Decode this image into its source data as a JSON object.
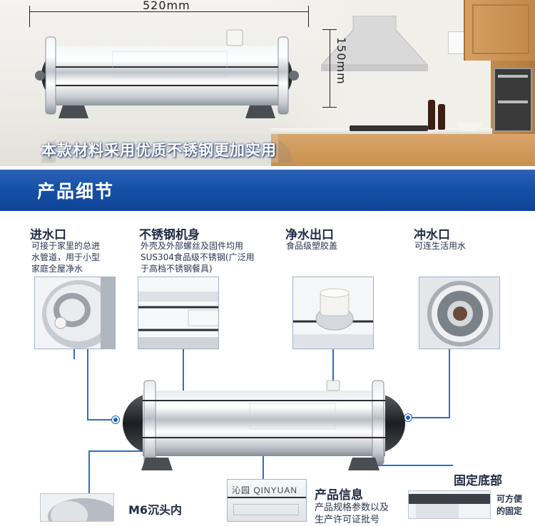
{
  "hero": {
    "dimension_length": "520mm",
    "dimension_height": "150mm",
    "slogan": "本款材料采用优质不锈钢更加实用"
  },
  "section": {
    "title": "产品细节"
  },
  "features": {
    "inlet": {
      "title": "进水口",
      "desc": [
        "可接于家里的总进",
        "水管道，用于小型",
        "家庭全屋净水"
      ]
    },
    "body": {
      "title": "不锈钢机身",
      "desc": [
        "外壳及外部螺丝及固件均用",
        "SUS304食品级不锈钢(广泛用",
        "于高档不锈钢餐具)"
      ]
    },
    "outlet": {
      "title": "净水出口",
      "desc": [
        "食品级塑胶盖"
      ]
    },
    "flush": {
      "title": "冲水口",
      "desc": [
        "可连生活用水"
      ]
    },
    "nut": {
      "title": "M6沉头内"
    },
    "info": {
      "title": "产品信息",
      "desc": [
        "产品规格参数以及",
        "生产许可证批号"
      ]
    },
    "base": {
      "title": "固定底部",
      "desc": [
        "可方便",
        "的固定"
      ]
    }
  },
  "product_label": {
    "brand": "沁园 QINYUAN"
  },
  "colors": {
    "brand_blue": "#1450a6",
    "connector_blue": "#2d6fc4"
  }
}
